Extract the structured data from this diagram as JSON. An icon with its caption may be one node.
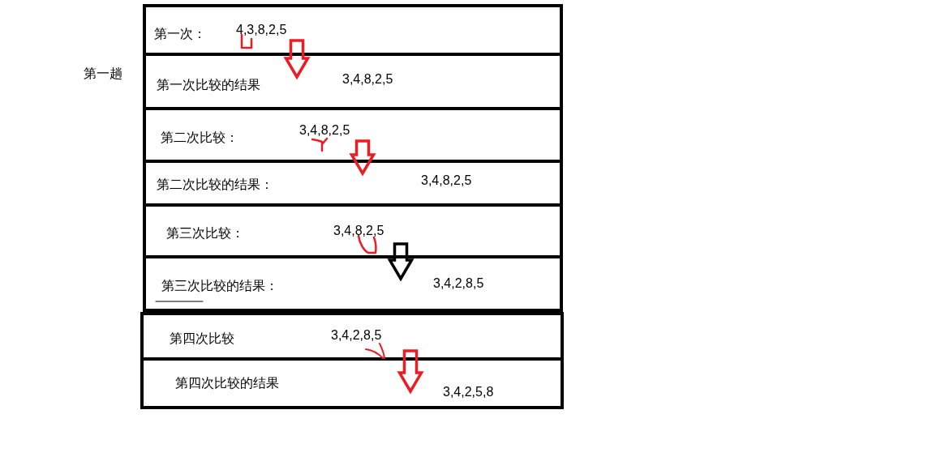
{
  "diagram": {
    "nodes": [
      {
        "text": [
          "第一次：",
          "4,3,8,2,5"
        ]
      },
      {
        "text": [
          "第一次比较的结果",
          "3,4,8,2,5"
        ]
      },
      {
        "text": [
          "第二次比较：",
          "3,4,8,2,5"
        ]
      },
      {
        "text": [
          "第二次比较的结果：",
          "3,4,8,2,5"
        ]
      },
      {
        "text": [
          "第三次比较：",
          "3,4,8,2,5"
        ]
      },
      {
        "text": [
          "第三次比较的结果：",
          "3,4,2,8,5"
        ]
      },
      {
        "text": [
          "第四次比较",
          "3,4,2,8,5"
        ]
      },
      {
        "text": [
          "第四次比较的结果",
          "3,4,2,5,8"
        ]
      }
    ],
    "edges": [
      {
        "from": 0,
        "to": 1,
        "arrow": "to"
      },
      {
        "from": 2,
        "to": 3,
        "arrow": "to"
      },
      {
        "from": 4,
        "to": 5,
        "arrow": "to",
        "color": "#000000"
      },
      {
        "from": 6,
        "to": 7,
        "arrow": "to"
      }
    ],
    "labels": [
      "第一趟"
    ]
  }
}
